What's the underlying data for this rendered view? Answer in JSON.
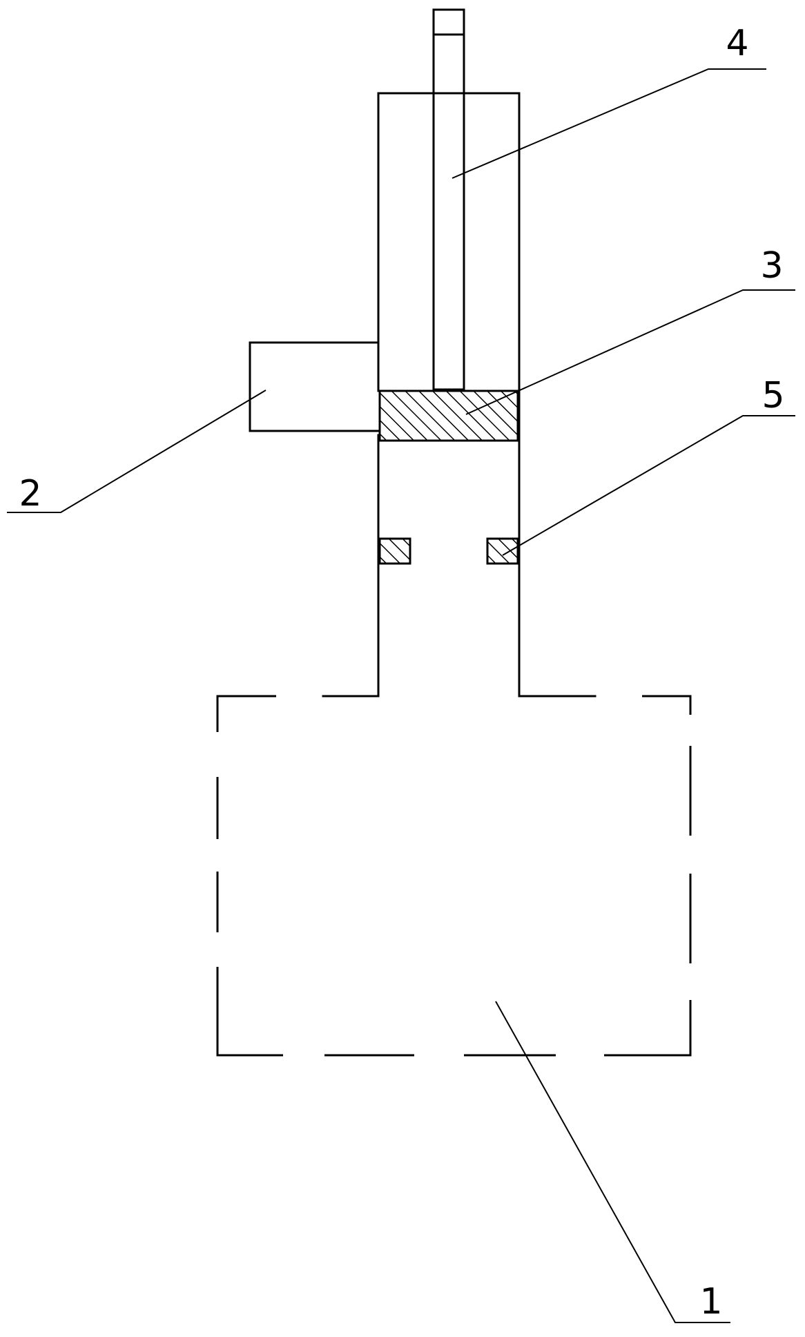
{
  "diagram": {
    "line_color": "#000000",
    "hatch_color": "#000000",
    "background": "#ffffff",
    "labels": {
      "part_1": "1",
      "part_2": "2",
      "part_3": "3",
      "part_4": "4",
      "part_5": "5"
    }
  }
}
